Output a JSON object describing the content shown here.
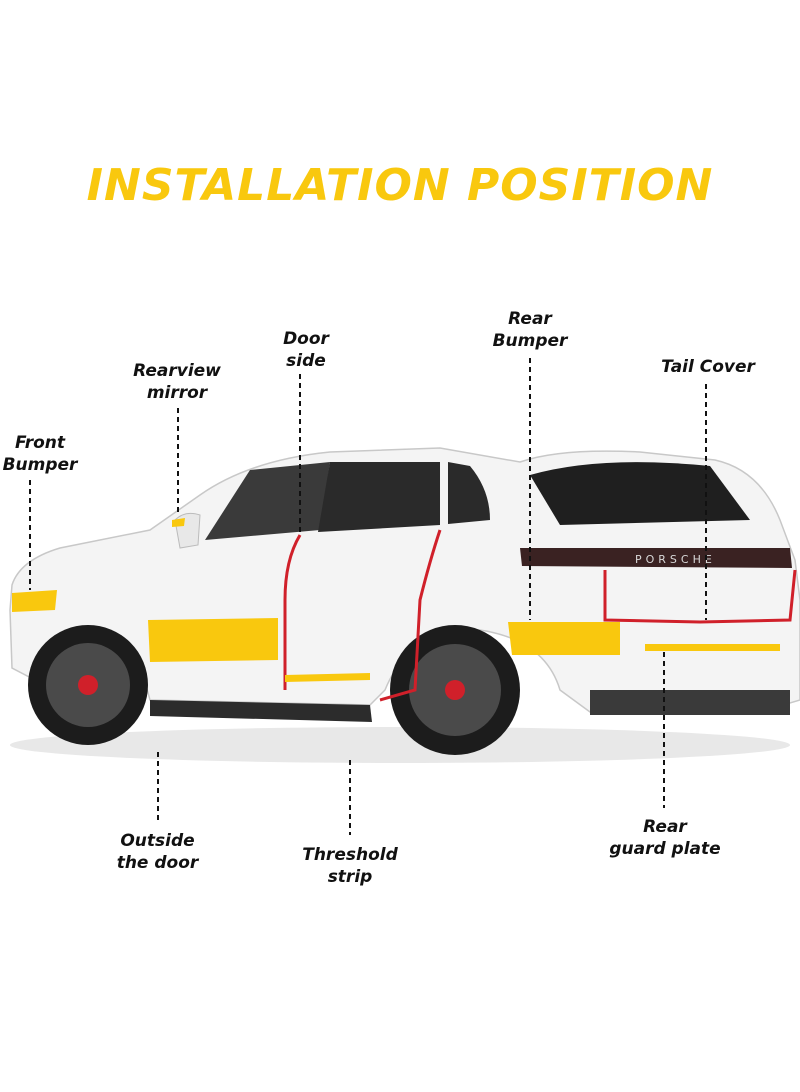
{
  "title": "INSTALLATION POSITION",
  "labels": {
    "front_bumper": [
      "Front",
      "Bumper"
    ],
    "rearview_mirror": [
      "Rearview",
      "mirror"
    ],
    "door_side": [
      "Door",
      "side"
    ],
    "rear_bumper": [
      "Rear",
      "Bumper"
    ],
    "tail_cover": [
      "Tail Cover"
    ],
    "outside_door": [
      "Outside",
      "the door"
    ],
    "threshold_strip": [
      "Threshold",
      "strip"
    ],
    "rear_guard_plate": [
      "Rear",
      "guard plate"
    ]
  },
  "car_badge": "PORSCHE",
  "colors": {
    "accent": "#f9c80e",
    "seal": "#d0202a",
    "car_body": "#f4f4f4",
    "glass": "#2a2a2a"
  }
}
